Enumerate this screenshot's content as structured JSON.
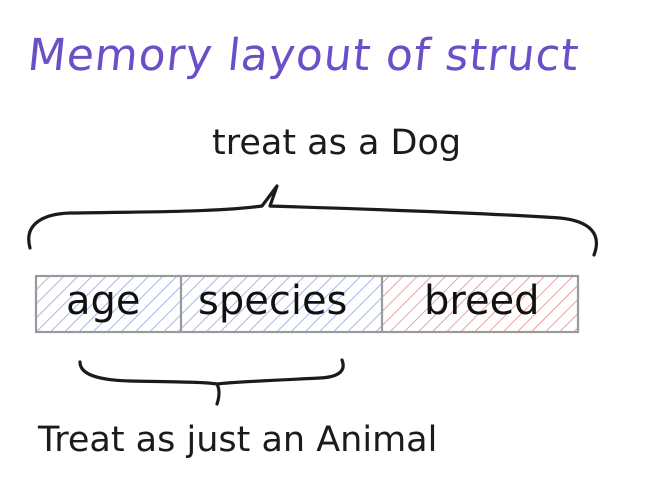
{
  "title": "Memory layout of struct",
  "annotations": {
    "top": "treat as a Dog",
    "bottom": "Treat as just an Animal"
  },
  "fields": [
    {
      "label": "age",
      "group": "animal",
      "hatch_color": "#8fa6df"
    },
    {
      "label": "species",
      "group": "animal",
      "hatch_color": "#8fa6df"
    },
    {
      "label": "breed",
      "group": "dog",
      "hatch_color": "#e48b8b"
    }
  ],
  "colors": {
    "title": "#6a4fc9",
    "ink": "#1b1b1b",
    "box_border": "#9a9a9a"
  }
}
